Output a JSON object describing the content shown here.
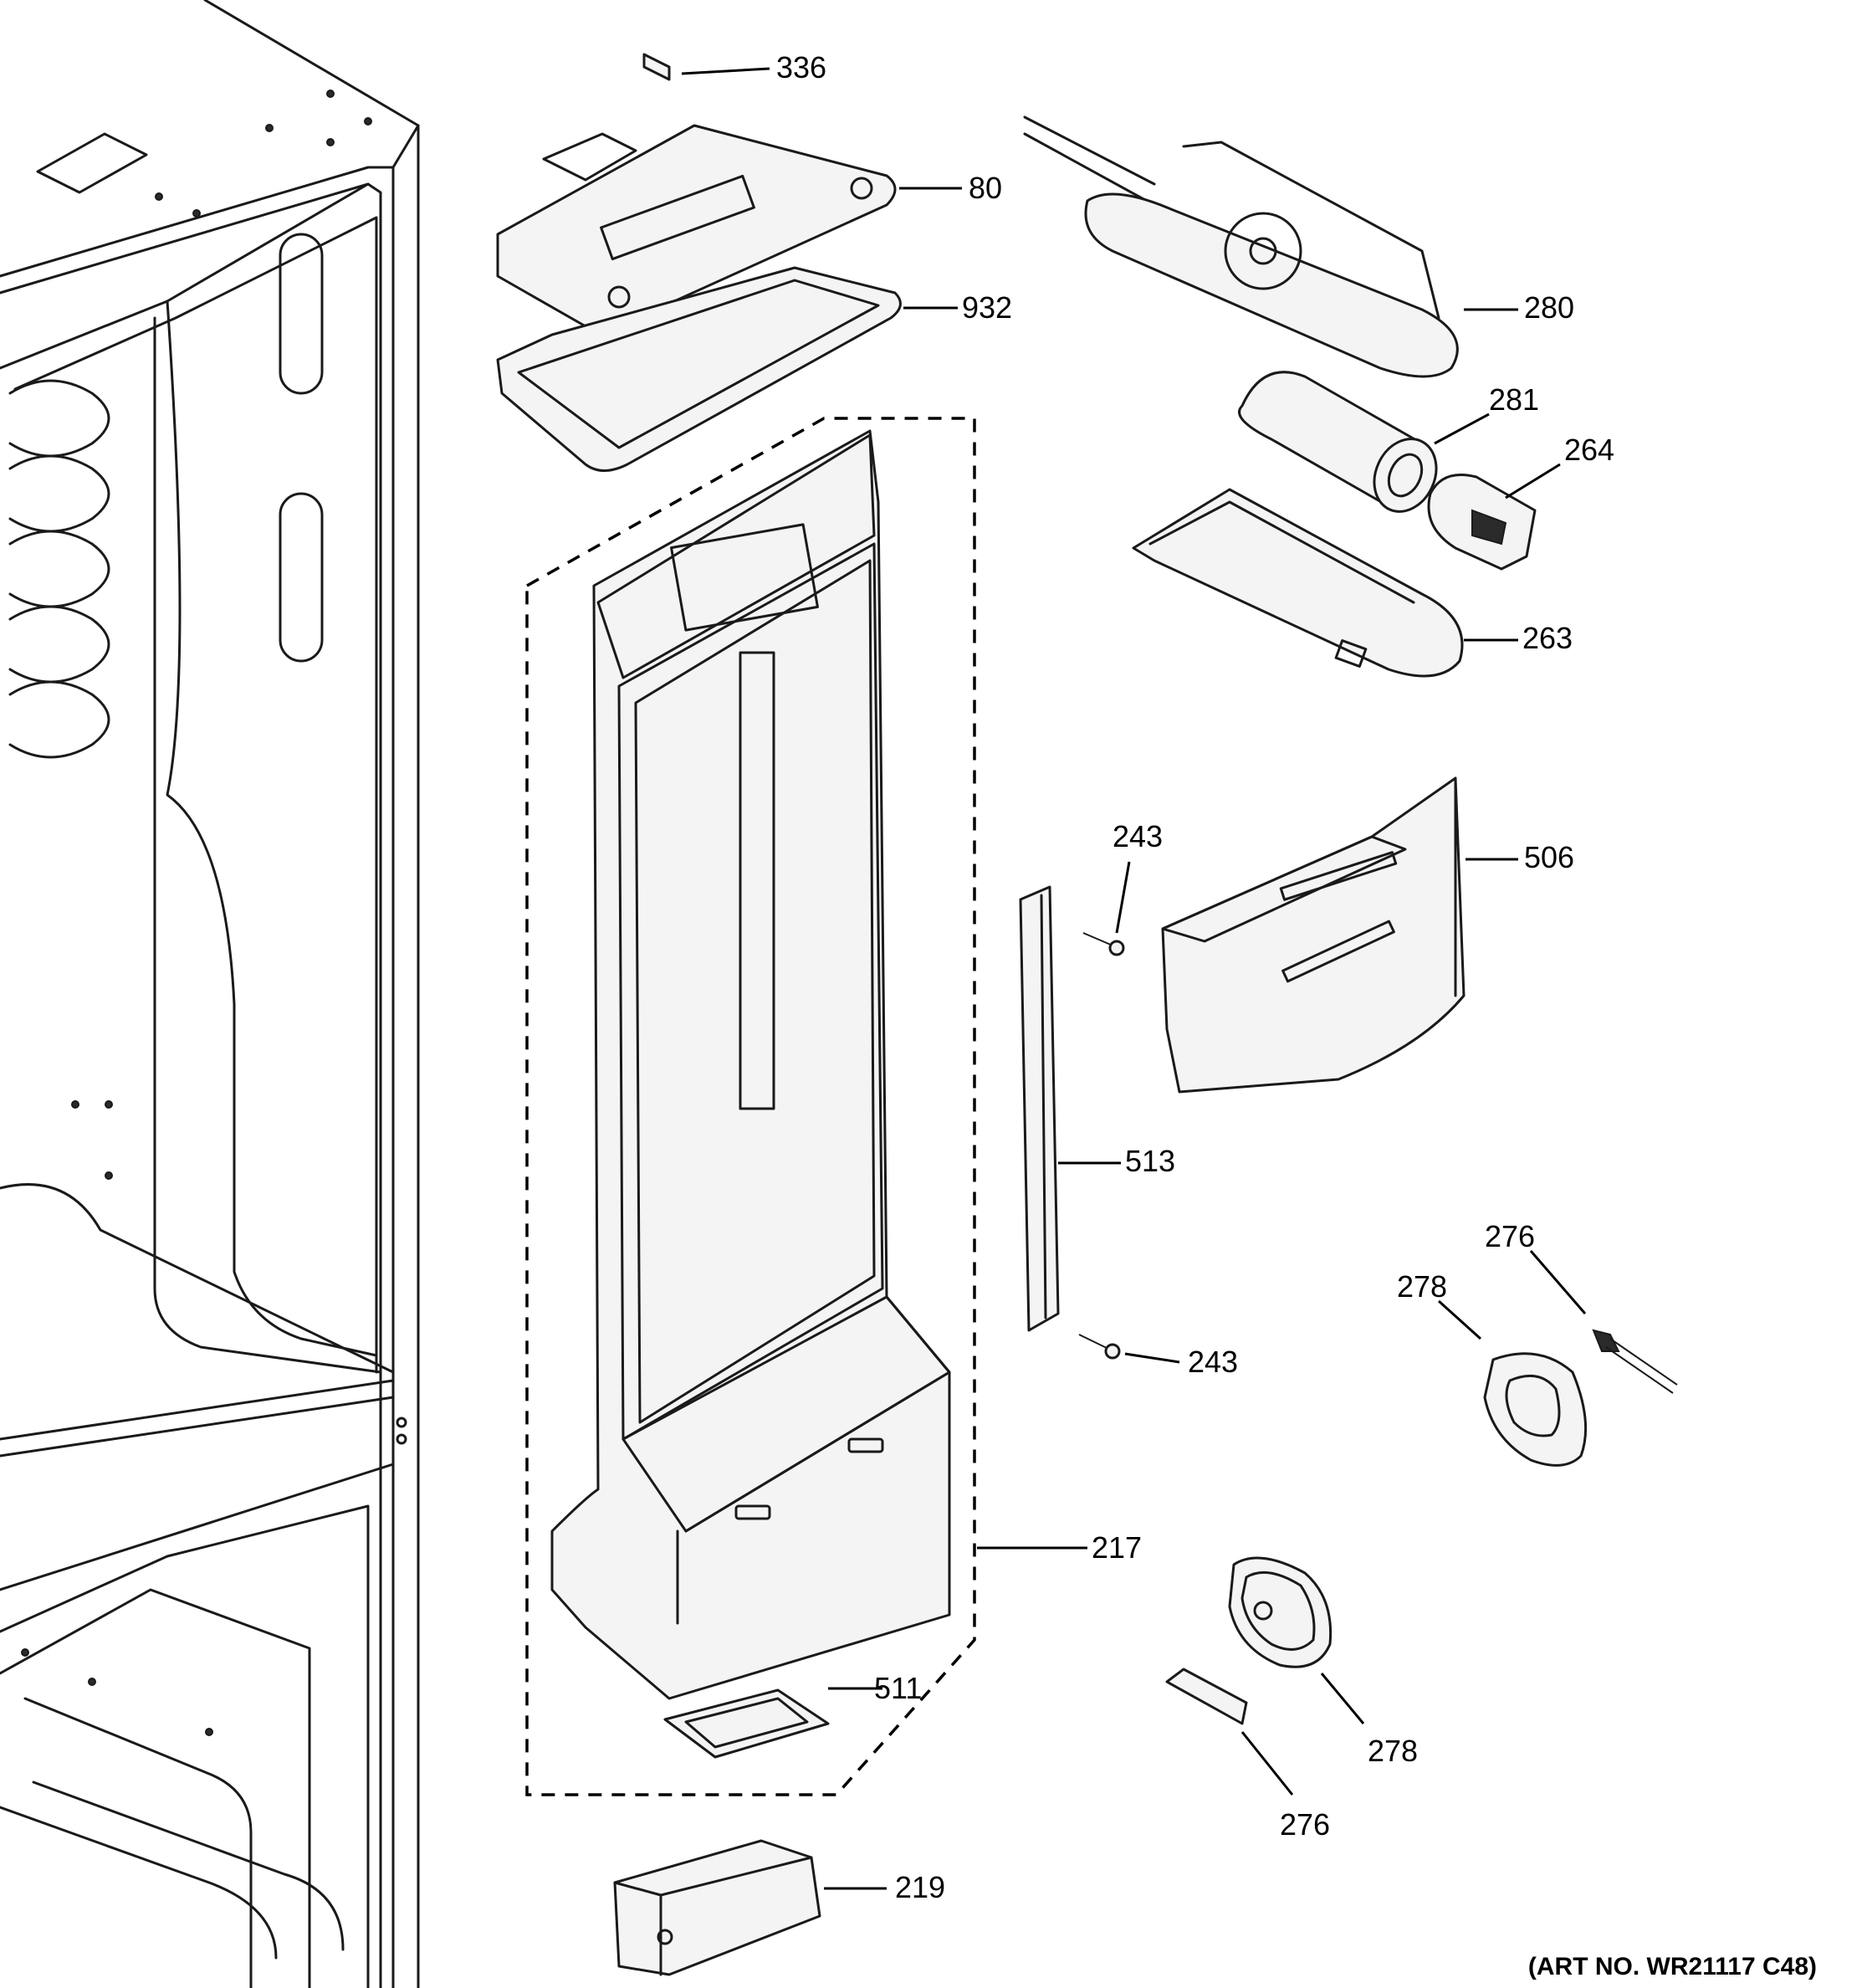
{
  "callouts": {
    "c336": "336",
    "c80": "80",
    "c932": "932",
    "c280": "280",
    "c281": "281",
    "c264": "264",
    "c263": "263",
    "c243a": "243",
    "c506": "506",
    "c513": "513",
    "c276a": "276",
    "c278a": "278",
    "c243b": "243",
    "c217": "217",
    "c511": "511",
    "c278b": "278",
    "c276b": "276",
    "c219": "219"
  },
  "art_number": "(ART NO. WR21117 C48)"
}
